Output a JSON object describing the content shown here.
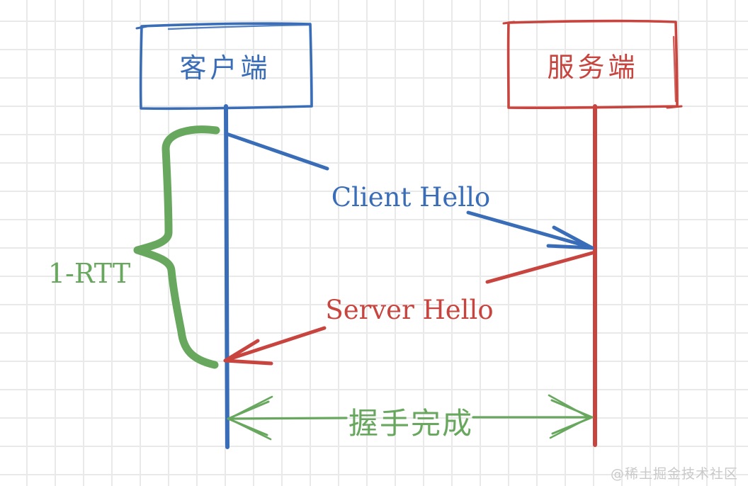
{
  "theme": {
    "client": "#3a6db8",
    "server": "#c8453f",
    "annotation": "#68a75e",
    "grid": "#e9e9e9",
    "watermark": "#c9c9c9"
  },
  "diagram": {
    "actors": [
      {
        "id": "client",
        "label": "客户端",
        "color": "#3a6db8"
      },
      {
        "id": "server",
        "label": "服务端",
        "color": "#c8453f"
      }
    ],
    "messages": [
      {
        "label": "Client Hello",
        "from": "client",
        "to": "server",
        "color": "#3a6db8"
      },
      {
        "label": "Server Hello",
        "from": "server",
        "to": "client",
        "color": "#c8453f"
      }
    ],
    "annotations": [
      {
        "id": "rtt",
        "label": "1-RTT",
        "type": "brace",
        "color": "#68a75e"
      },
      {
        "id": "handshake",
        "label": "握手完成",
        "type": "double-arrow",
        "color": "#68a75e"
      }
    ]
  },
  "page": {
    "watermark": "@稀土掘金技术社区"
  }
}
